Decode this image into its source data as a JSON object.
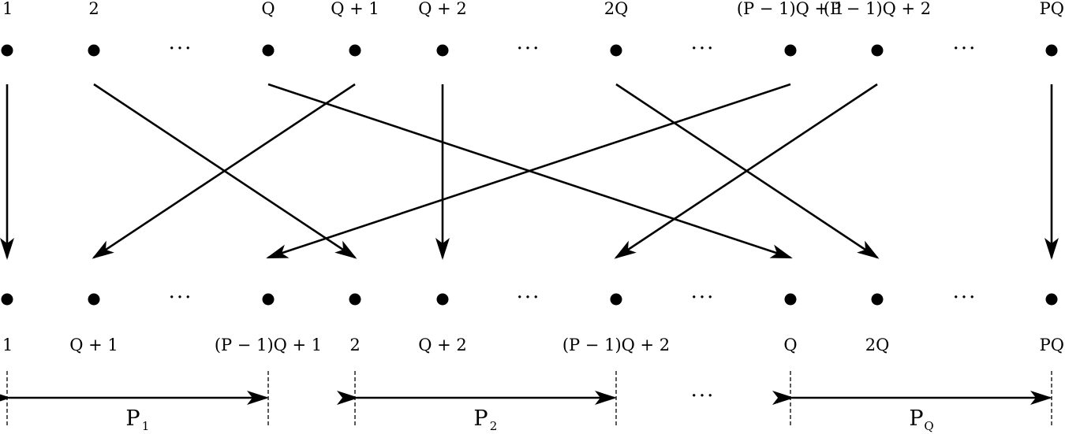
{
  "top_row": [
    {
      "label": "1"
    },
    {
      "label": "2"
    },
    {
      "label": "Q"
    },
    {
      "label": "Q + 1"
    },
    {
      "label": "Q + 2"
    },
    {
      "label": "2Q"
    },
    {
      "label": "(P − 1)Q + 1"
    },
    {
      "label": "(P − 1)Q + 2"
    },
    {
      "label": "PQ"
    }
  ],
  "bottom_row": [
    {
      "label": "1"
    },
    {
      "label": "Q + 1"
    },
    {
      "label": "(P − 1)Q + 1"
    },
    {
      "label": "2"
    },
    {
      "label": "Q + 2"
    },
    {
      "label": "(P − 1)Q + 2"
    },
    {
      "label": "Q"
    },
    {
      "label": "2Q"
    },
    {
      "label": "PQ"
    }
  ],
  "ellipsis": "···",
  "mappings": [
    {
      "from": "1",
      "to": "1"
    },
    {
      "from": "2",
      "to": "2"
    },
    {
      "from": "Q",
      "to": "Q"
    },
    {
      "from": "Q + 1",
      "to": "Q + 1"
    },
    {
      "from": "Q + 2",
      "to": "Q + 2"
    },
    {
      "from": "2Q",
      "to": "2Q"
    },
    {
      "from": "(P − 1)Q + 1",
      "to": "(P − 1)Q + 1"
    },
    {
      "from": "(P − 1)Q + 2",
      "to": "(P − 1)Q + 2"
    },
    {
      "from": "PQ",
      "to": "PQ"
    }
  ],
  "groups": [
    {
      "label": "P",
      "sub": "1"
    },
    {
      "label": "P",
      "sub": "2"
    },
    {
      "label": "P",
      "sub": "Q"
    }
  ]
}
